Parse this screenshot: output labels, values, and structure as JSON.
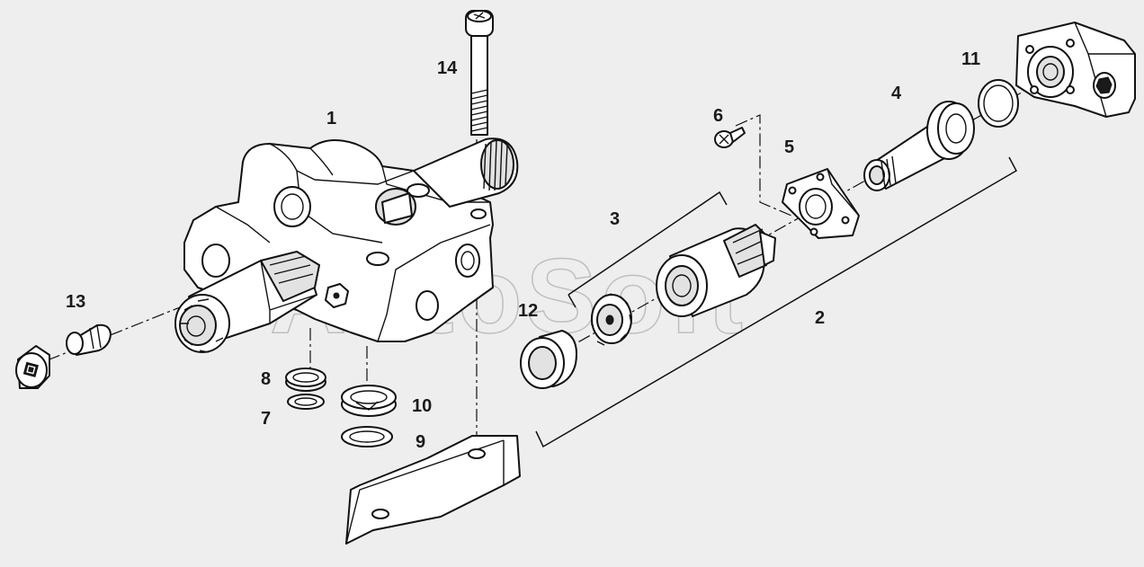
{
  "watermark": "AutoSoft",
  "callouts": {
    "c1": "1",
    "c2": "2",
    "c3": "3",
    "c4": "4",
    "c5": "5",
    "c6": "6",
    "c7": "7",
    "c8": "8",
    "c9": "9",
    "c10": "10",
    "c11": "11",
    "c12": "12",
    "c13": "13",
    "c14": "14"
  },
  "colors": {
    "background": "#eeeeee",
    "line": "#111111",
    "watermark": "#bfbfbf"
  }
}
